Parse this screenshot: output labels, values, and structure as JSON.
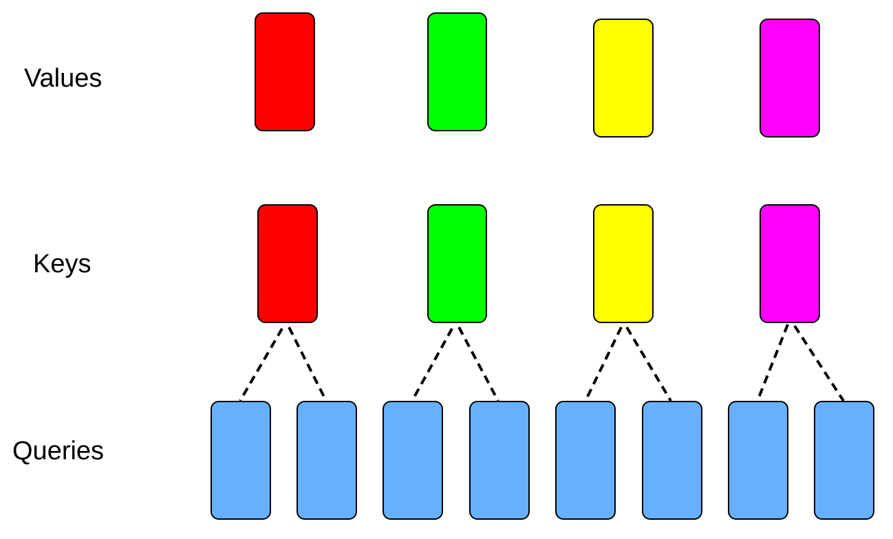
{
  "labels": {
    "values": "Values",
    "keys": "Keys",
    "queries": "Queries"
  },
  "colors": {
    "head_colors": [
      "#ff0000",
      "#00ff00",
      "#ffff00",
      "#ff00ff"
    ],
    "query": "#66b0ff",
    "outline": "#000000"
  },
  "structure": {
    "groups": [
      {
        "value_color": "#ff0000",
        "key_color": "#ff0000",
        "query_count": 2
      },
      {
        "value_color": "#00ff00",
        "key_color": "#00ff00",
        "query_count": 2
      },
      {
        "value_color": "#ffff00",
        "key_color": "#ffff00",
        "query_count": 2
      },
      {
        "value_color": "#ff00ff",
        "key_color": "#ff00ff",
        "query_count": 2
      }
    ]
  }
}
